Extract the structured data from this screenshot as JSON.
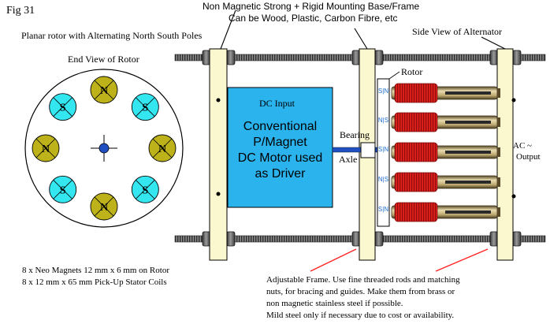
{
  "figure_label": "Fig 31",
  "header": {
    "base_frame_line1": "Non Magnetic Strong + Rigid Mounting Base/Frame",
    "base_frame_line2": "Can be Wood, Plastic, Carbon Fibre, etc",
    "side_view": "Side View of Alternator",
    "planar_rotor": "Planar rotor with Alternating North South Poles"
  },
  "end_view": {
    "title": "End View of Rotor",
    "magnets": [
      "N",
      "S",
      "N",
      "S",
      "N",
      "S",
      "N",
      "S"
    ]
  },
  "motor": {
    "input_label": "DC Input",
    "line1": "Conventional",
    "line2": "P/Magnet",
    "line3": "DC Motor used",
    "line4": "as Driver"
  },
  "labels": {
    "bearing": "Bearing",
    "axle": "Axle",
    "rotor": "Rotor",
    "output_line1": "AC ~",
    "output_line2": "Output"
  },
  "rotor_poles": [
    "S|N",
    "N|S",
    "S|N",
    "N|S",
    "S|N"
  ],
  "specs": {
    "line1": "8 x Neo Magnets 12 mm x 6 mm on Rotor",
    "line2": "8 x 12 mm x 65 mm Pick-Up Stator Coils"
  },
  "notes": {
    "line1": "Adjustable Frame. Use fine threaded rods and matching",
    "line2": "nuts, for  bracing and guides. Make them from brass or",
    "line3": "non magnetic stainless steel if possible.",
    "line4": "Mild steel only if necessary due to cost or availability."
  },
  "colors": {
    "motor_blue": "#2bb3ee",
    "magnet_cyan": "#33e6f0",
    "magnet_olive": "#bdb21a",
    "frame_cream": "#fbf7cf",
    "coil_red": "#e0201b",
    "bolt_rod": "#5a5a5a",
    "annotation_red": "#ff2020",
    "pole_blue": "#1f6fd0"
  }
}
